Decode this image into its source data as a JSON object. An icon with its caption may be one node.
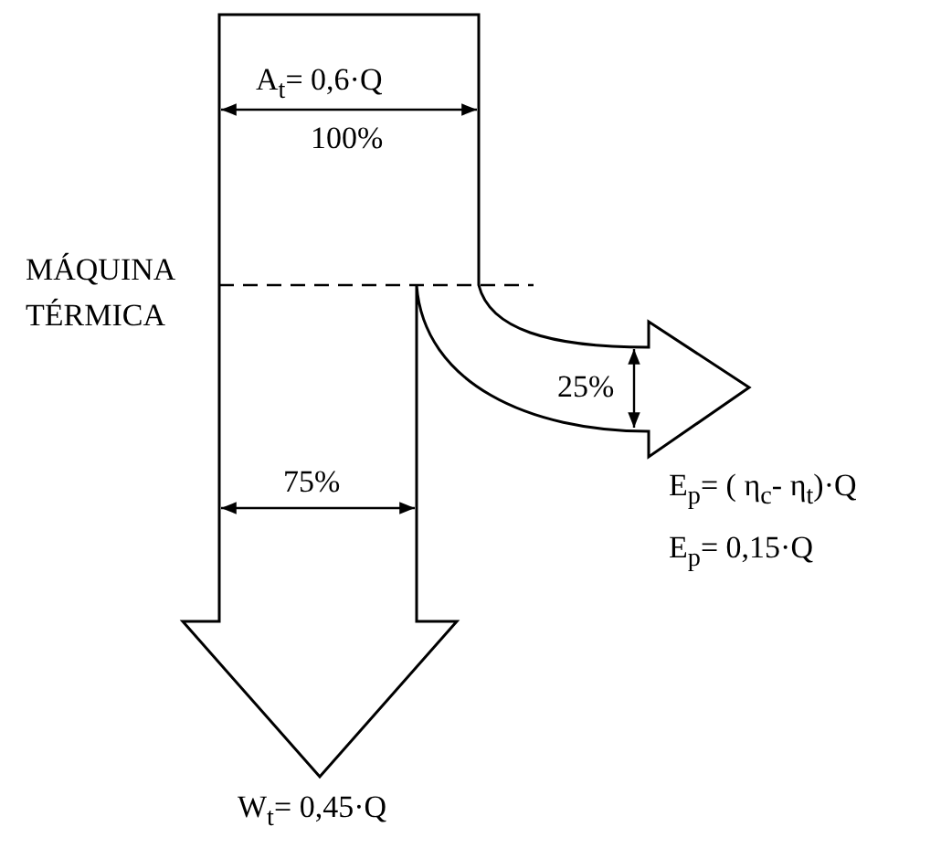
{
  "diagram": {
    "labels": [
      "A$_{t}$= 0,6·Q",
      "100%",
      "MÁQUINA TÉRMICA",
      "25%",
      "75%",
      "E$_{p}$= ( η$_{c}$- η$_{t}$)·Q",
      "E$_{p}$= 0,15·Q",
      "W$_{t}$= 0,45·Q"
    ]
  }
}
